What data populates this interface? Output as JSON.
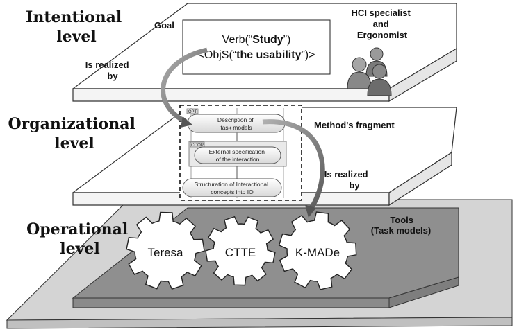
{
  "levels": {
    "intentional": [
      "Intentional",
      "level"
    ],
    "organizational": [
      "Organizational",
      "level"
    ],
    "operational": [
      "Operational",
      "level"
    ]
  },
  "goal": {
    "label": "Goal",
    "verb_prefix": "Verb(“",
    "verb_value": "Study",
    "verb_suffix": "”)",
    "obj_prefix": "<ObjS(“",
    "obj_value": "the usability",
    "obj_suffix": "”)>"
  },
  "actors": [
    "HCI specialist",
    "and",
    "Ergonomist"
  ],
  "realized_by_upper": [
    "Is realized",
    "by"
  ],
  "method_fragment": {
    "label": "Method's fragment",
    "tags": [
      "OPT",
      "COOP"
    ],
    "steps": [
      [
        "Description of",
        "task models"
      ],
      [
        "External specification",
        "of the interaction"
      ],
      [
        "Structuration of Interactional",
        "concepts into IO"
      ]
    ]
  },
  "realized_by_lower": [
    "Is realized",
    "by"
  ],
  "tools": {
    "label": [
      "Tools",
      "(Task models)"
    ],
    "items": [
      "Teresa",
      "CTTE",
      "K-MADe"
    ]
  }
}
